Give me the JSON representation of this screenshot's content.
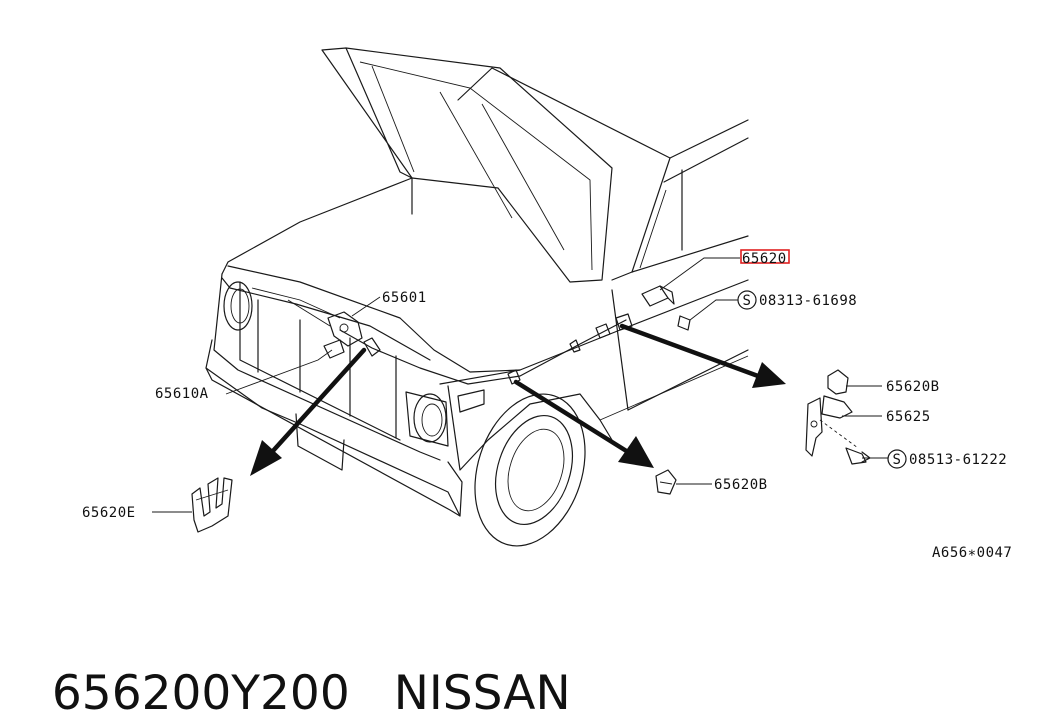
{
  "diagram": {
    "callouts": {
      "part_65620": "65620",
      "part_65601": "65601",
      "part_65610A": "65610A",
      "bolt_08313_61698": "08313-61698",
      "part_65620B_upper": "65620B",
      "part_65625": "65625",
      "bolt_08513_61222": "08513-61222",
      "part_65620B_lower": "65620B",
      "part_65620E": "65620E"
    },
    "screw_symbol": "S",
    "figure_code": "A656∗0047",
    "highlight_color": "#e02020"
  },
  "caption": {
    "part_number": "656200Y200",
    "brand": "NISSAN"
  }
}
